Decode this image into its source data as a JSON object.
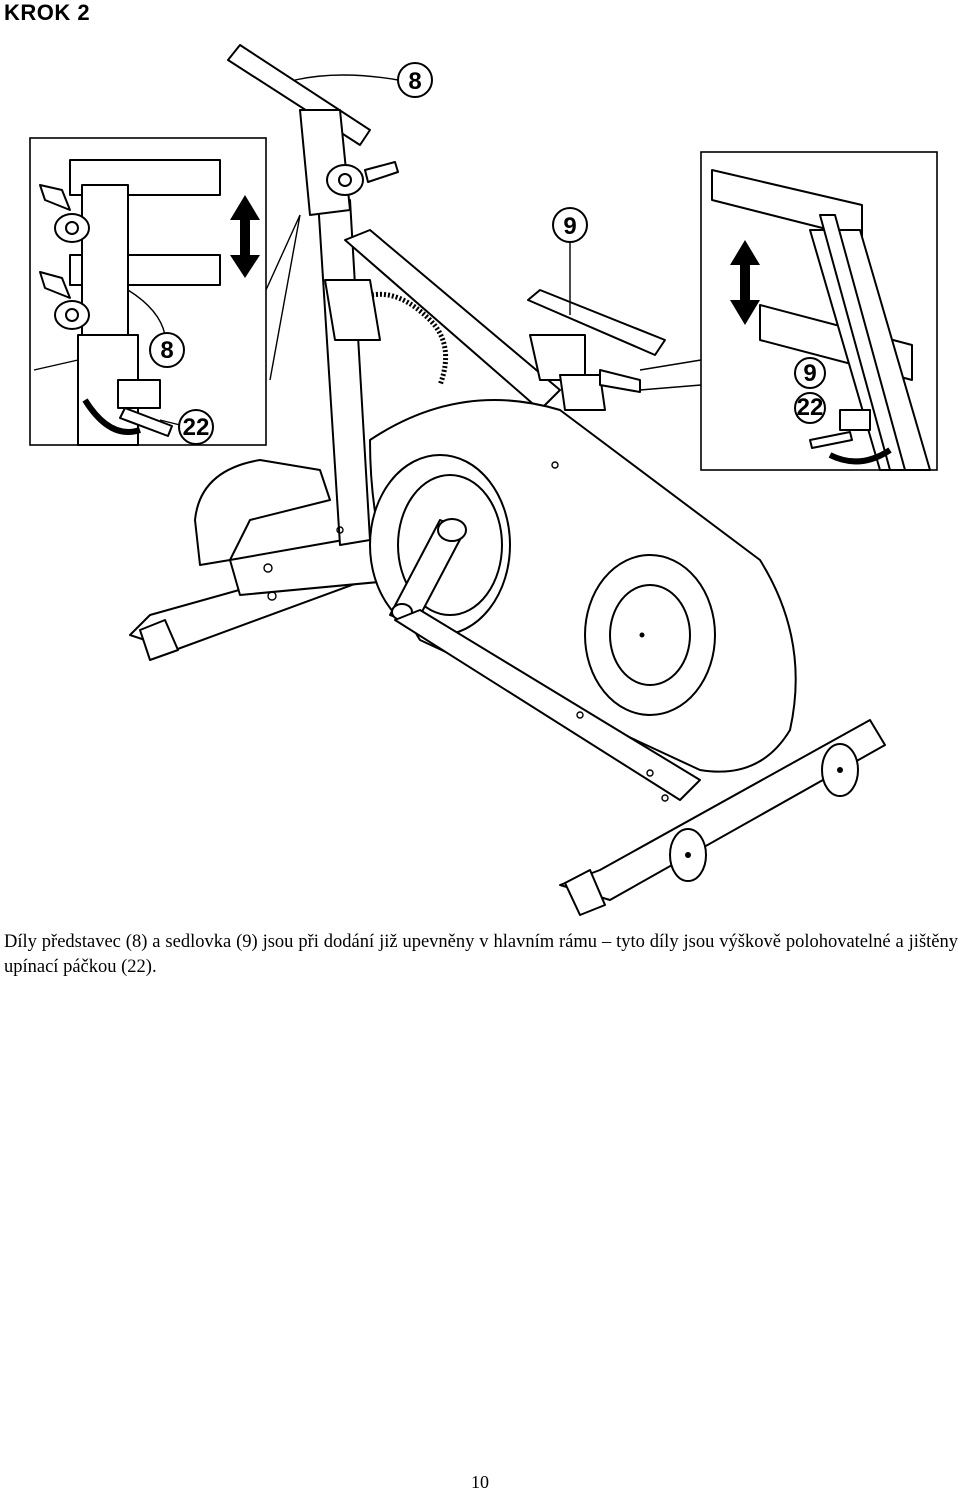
{
  "heading": "KROK 2",
  "callouts": {
    "main_8": "8",
    "main_9": "9",
    "inset_left_8": "8",
    "inset_left_22": "22",
    "inset_right_9": "9",
    "inset_right_22": "22"
  },
  "paragraph": "Díly představec (8) a sedlovka (9) jsou při dodání již upevněny v hlavním rámu – tyto díly jsou výškově polohovatelné a jištěny upínací páčkou (22).",
  "page_number": "10"
}
